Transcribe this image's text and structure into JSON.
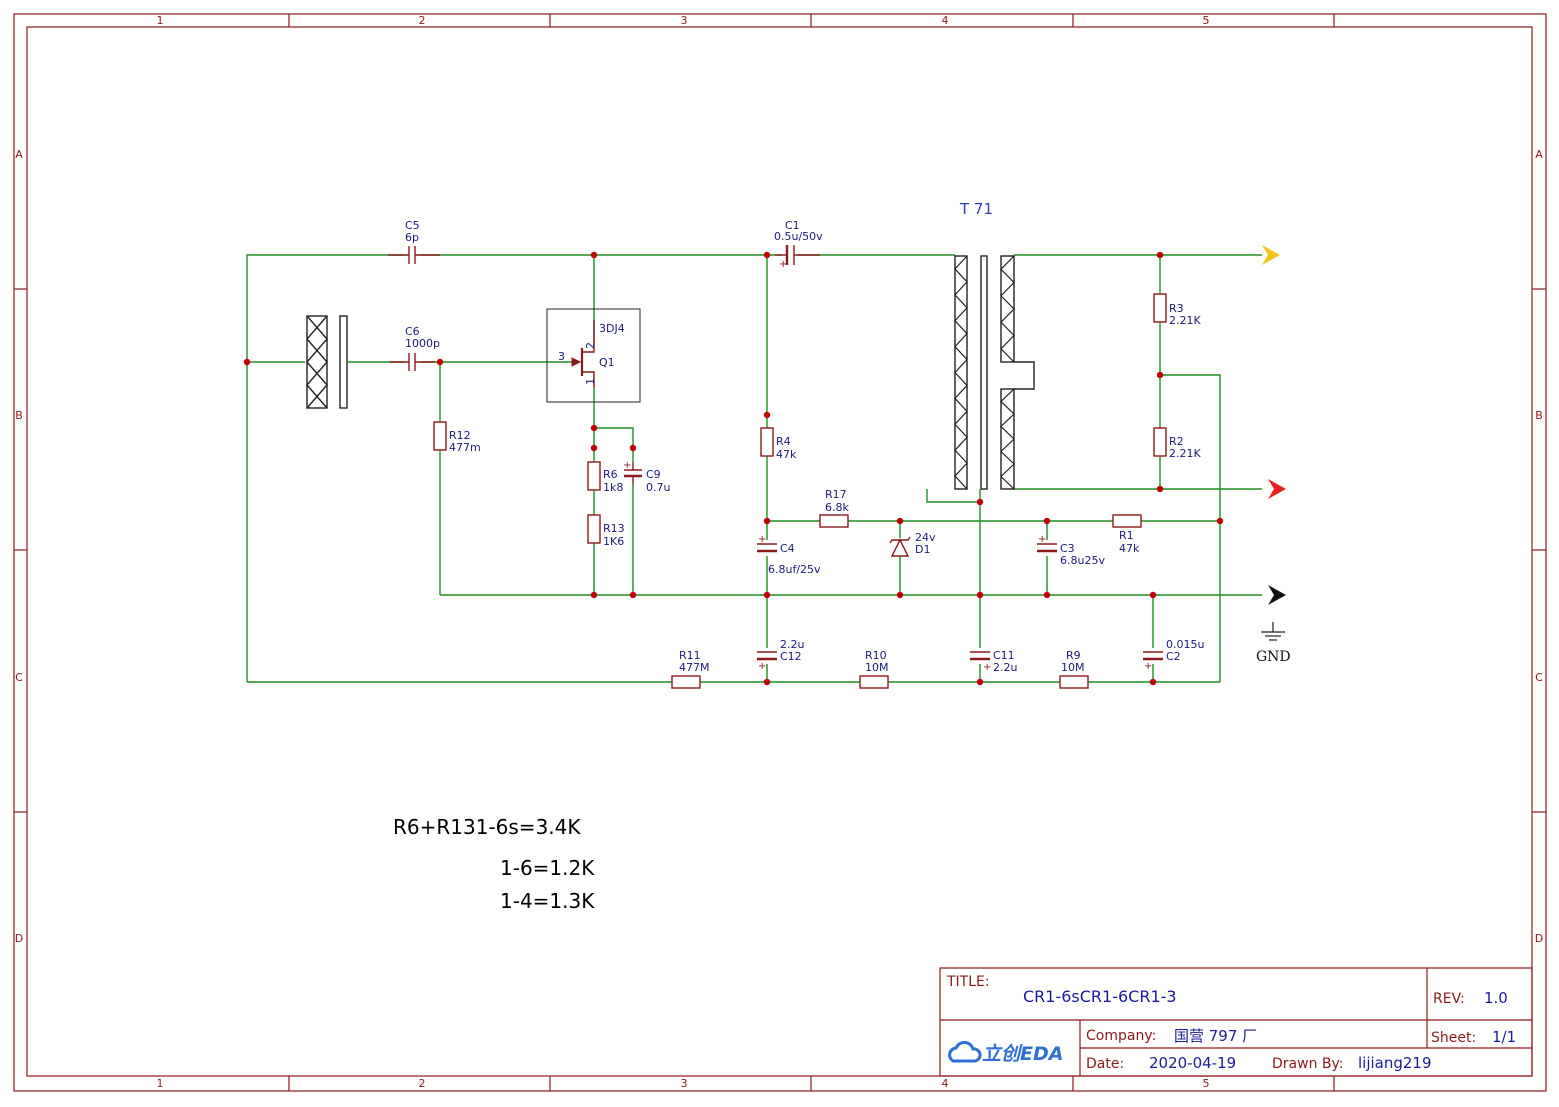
{
  "frame": {
    "columns": [
      "1",
      "2",
      "3",
      "4",
      "5"
    ],
    "rows": [
      "A",
      "B",
      "C",
      "D"
    ]
  },
  "components": {
    "C5": {
      "ref": "C5",
      "value": "6p"
    },
    "C6": {
      "ref": "C6",
      "value": "1000p"
    },
    "R12": {
      "ref": "R12",
      "value": "477m"
    },
    "Q1": {
      "ref": "Q1",
      "value": "3DJ4",
      "pin_gate": "3",
      "pin_drain": "2",
      "pin_source": "1"
    },
    "R6": {
      "ref": "R6",
      "value": "1k8"
    },
    "R13": {
      "ref": "R13",
      "value": "1K6"
    },
    "C9": {
      "ref": "C9",
      "value": "0.7u"
    },
    "C1": {
      "ref": "C1",
      "value": "0.5u/50v"
    },
    "R4": {
      "ref": "R4",
      "value": "47k"
    },
    "R17": {
      "ref": "R17",
      "value": "6.8k"
    },
    "C4": {
      "ref": "C4",
      "value": "6.8uf/25v"
    },
    "D1": {
      "ref": "D1",
      "value": "24v"
    },
    "C3": {
      "ref": "C3",
      "value": "6.8u25v"
    },
    "R1": {
      "ref": "R1",
      "value": "47k"
    },
    "T71": {
      "ref": "T 71"
    },
    "R3": {
      "ref": "R3",
      "value": "2.21K"
    },
    "R2": {
      "ref": "R2",
      "value": "2.21K"
    },
    "R11": {
      "ref": "R11",
      "value": "477M"
    },
    "C12": {
      "ref": "C12",
      "value": "2.2u"
    },
    "R10": {
      "ref": "R10",
      "value": "10M"
    },
    "C11": {
      "ref": "C11",
      "value": "2.2u"
    },
    "R9": {
      "ref": "R9",
      "value": "10M"
    },
    "C2": {
      "ref": "C2",
      "value": "0.015u"
    }
  },
  "gnd_label": "GND",
  "arrow_colors": {
    "top": "#f2c21b",
    "middle": "#e8201e",
    "bottom": "#111111"
  },
  "notes": [
    "R6+R131-6s=3.4K",
    "1-6=1.2K",
    "1-4=1.3K"
  ],
  "title_block": {
    "title_label": "TITLE:",
    "title": "CR1-6sCR1-6CR1-3",
    "rev_label": "REV:",
    "rev": "1.0",
    "company_label": "Company:",
    "company": "国营 797 厂",
    "sheet_label": "Sheet:",
    "sheet": "1/1",
    "date_label": "Date:",
    "date": "2020-04-19",
    "drawn_label": "Drawn By:",
    "drawn_by": "lijiang219",
    "logo_text": "立创EDA"
  }
}
